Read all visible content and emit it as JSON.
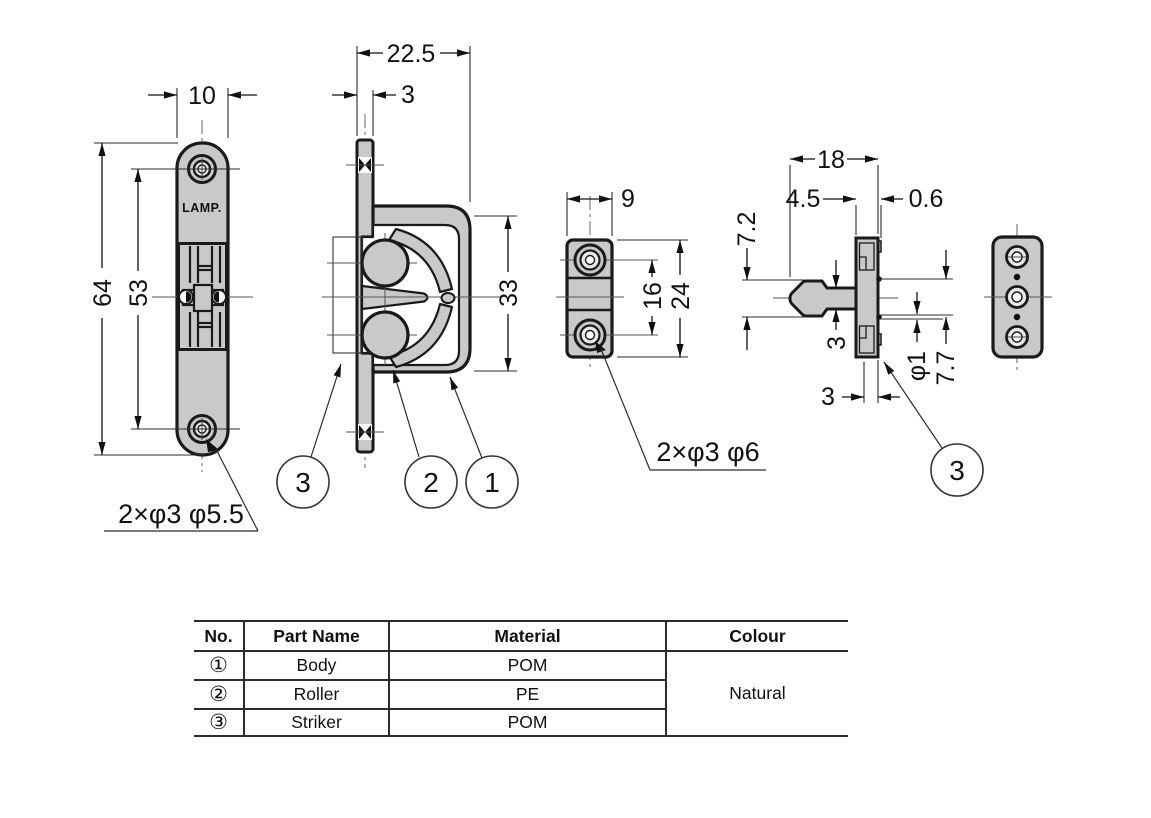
{
  "drawing": {
    "striker_front": {
      "logo": "LAMP.",
      "dim_width": "10",
      "dim_height": "64",
      "dim_hole_pitch": "53",
      "hole_note": "2×φ3 φ5.5"
    },
    "body_side": {
      "dim_width": "22.5",
      "dim_flange": "3",
      "dim_height": "33",
      "balloon_striker": "3",
      "balloon_roller": "2",
      "balloon_body": "1"
    },
    "body_front": {
      "dim_width": "9",
      "dim_hole_pitch": "16",
      "dim_height": "24",
      "hole_note": "2×φ3 φ6"
    },
    "striker_side": {
      "dim_width": "18",
      "dim_plate": "4.5",
      "dim_tip": "0.6",
      "dim_head": "7.2",
      "dim_stem": "3",
      "dim_pin_dia": "φ1",
      "dim_pin_len": "7.7",
      "dim_barb": "3",
      "balloon_striker": "3"
    },
    "colors": {
      "part_fill": "#c9c9c9",
      "line": "#1a1a1a"
    }
  },
  "table": {
    "headers": [
      "No.",
      "Part Name",
      "Material",
      "Colour"
    ],
    "rows": [
      {
        "no": "①",
        "part_name": "Body",
        "material": "POM"
      },
      {
        "no": "②",
        "part_name": "Roller",
        "material": "PE"
      },
      {
        "no": "③",
        "part_name": "Striker",
        "material": "POM"
      }
    ],
    "colour_merged": "Natural"
  }
}
